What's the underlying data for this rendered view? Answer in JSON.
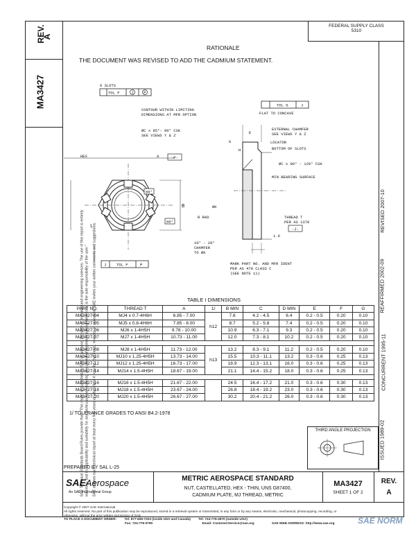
{
  "header": {
    "supply_class": "FEDERAL SUPPLY CLASS",
    "supply_class_no": "5310"
  },
  "side_left": {
    "rev_label": "REV.",
    "rev_value": "A",
    "doc_number": "MA3427",
    "legal_text": [
      "SAE Technical Standards Board Rules provide that: \"This report is published by SAE to advance the state of technical and engineering sciences. The use of this report is entirely",
      "voluntary, and its applicability and suitability for any particular use, including any patent infringement arising therefrom, is the sole responsibility of the user.\"",
      "SAE reviews each technical report at least every five years at which time it may be reaffirmed, revised, or cancelled. SAE invites your written comments and suggestions."
    ]
  },
  "side_right": {
    "issued": "ISSUED 1989-02",
    "concurrent": "CONCURRENT 1995-11",
    "reaffirmed": "REAFFIRMED 2002-09",
    "revised": "REVISED 2007-10"
  },
  "rationale": {
    "heading": "RATIONALE",
    "text": "THE DOCUMENT WAS REVISED TO ADD THE CADMIUM STATEMENT."
  },
  "drawing": {
    "slots": "6 SLOTS",
    "tol_f": "TOL F",
    "tol_g": "TOL G",
    "j": "J",
    "p": "P",
    "f": "F",
    "contour": "CONTOUR WITHIN LIMITING",
    "contour2": "DIMENSIONS AT MFR OPTION",
    "csk1": "ØC x 85°- 90° CSK",
    "csk1b": "SEE VIEWS Y & Z",
    "flat": "FLAT TO CONCAVE",
    "ext": "EXTERNAL CHAMFER",
    "ext2": "SEE VIEWS Y & Z",
    "locator": "LOCATOR",
    "bottom": "BOTTOM OF SLOTS",
    "csk2": "ØC x 90° - 120° CSK",
    "bearing": "MIN BEARING SURFACE",
    "hex": "HEX",
    "a": "A",
    "b": "B",
    "l": "L",
    "r_rad": "R RAD",
    "e": "E",
    "g": "G",
    "h": "H",
    "thread": "THREAD T",
    "thread2": "PER AS 1370",
    "j_ref": "-J-",
    "p_ref": "-P-",
    "chamfer1": "10° - 20°",
    "chamfer2": "CHAMFER",
    "chamfer3": "TO ØK",
    "mark1": "MARK PART NO. AND MFR IDENT",
    "mark2": "PER AS 478 CLASS C",
    "mark3": "(SEE NOTE 11)",
    "deg60a": "60°",
    "deg60b": "60°",
    "dim16": "1.6",
    "sk": "ØK"
  },
  "table": {
    "title": "TABLE I  DIMENSIONS",
    "headers": [
      "PART NO.",
      "THREAD T",
      "A",
      "1/",
      "B MIN",
      "C",
      "D MIN",
      "E",
      "F",
      "G"
    ],
    "groups": [
      {
        "tag": "h12",
        "rows": [
          [
            "MA3427-04",
            "MJ4 x 0.7-4H6H",
            "6.85 - 7.00",
            "7.6",
            "4.2 - 4.5",
            "6.4",
            "0.2 - 0.5",
            "0.20",
            "0.10"
          ],
          [
            "MA3427-05",
            "MJ5 x 0.8-4H6H",
            "7.85 - 8.00",
            "8.7",
            "5.2 - 5.8",
            "7.4",
            "0.2 - 0.5",
            "0.20",
            "0.10"
          ],
          [
            "MA3427-06",
            "MJ6 x 1-4H5H",
            "9.78 - 10.00",
            "10.9",
            "6.3 - 7.1",
            "9.3",
            "0.2 - 0.5",
            "0.20",
            "0.10"
          ],
          [
            "MA3427-07",
            "MJ7 x 1-4H5H",
            "10.73 - 11.00",
            "12.0",
            "7.3 - 8.1",
            "10.2",
            "0.2 - 0.5",
            "0.20",
            "0.10"
          ]
        ]
      },
      {
        "tag": "h13",
        "rows": [
          [
            "MA3427-08",
            "MJ8 x 1-4H5H",
            "11.73 - 12.00",
            "13.2",
            "8.3 - 9.1",
            "11.2",
            "0.2 - 0.5",
            "0.20",
            "0.10"
          ],
          [
            "MA3427-10",
            "MJ10 x 1.25-4H5H",
            "13.73 - 14.00",
            "15.5",
            "10.3 - 11.1",
            "13.2",
            "0.3 - 0.6",
            "0.25",
            "0.13"
          ],
          [
            "MA3427-12",
            "MJ12 x 1.25-4H5H",
            "16.73 - 17.00",
            "18.9",
            "12.3 - 13.1",
            "16.0",
            "0.3 - 0.6",
            "0.25",
            "0.13"
          ],
          [
            "MA3427-14",
            "MJ14 x 1.5-4H5H",
            "18.67 - 19.00",
            "21.1",
            "14.4 - 15.2",
            "18.0",
            "0.3 - 0.6",
            "0.25",
            "0.13"
          ]
        ]
      },
      {
        "tag": "",
        "rows": [
          [
            "MA3427-16",
            "MJ16 x 1.5-4H5H",
            "21.67 - 22.00",
            "24.5",
            "16.4 - 17.2",
            "21.0",
            "0.3 - 0.6",
            "0.30",
            "0.13"
          ],
          [
            "MA3427-18",
            "MJ18 x 1.5-4H5H",
            "23.67 - 24.00",
            "26.8",
            "18.4 - 19.2",
            "23.0",
            "0.3 - 0.6",
            "0.30",
            "0.13"
          ],
          [
            "MA3427-20",
            "MJ20 x 1.5-4H5H",
            "26.67 - 27.00",
            "30.2",
            "20.4 - 21.2",
            "26.0",
            "0.3 - 0.6",
            "0.30",
            "0.13"
          ]
        ]
      }
    ],
    "footnote": "1/  TOLERANCE GRADES TO ANSI B4.2-1978"
  },
  "third_angle": "THIRD ANGLE PROJECTION",
  "title_block": {
    "prepared": "PREPARED BY SAL L-25",
    "logo": "SAE",
    "logo_word": "Aerospace",
    "logo_sub": "An SAE International Group",
    "std_title": "METRIC AEROSPACE STANDARD",
    "desc1": "NUT, CASTELLATED, HEX - THIN, UNS G87400,",
    "desc2": "CADMIUM PLATE, MJ THREAD, METRIC",
    "doc_no": "MA3427",
    "sheet": "SHEET 1 OF 2",
    "rev_label": "REV.",
    "rev_value": "A"
  },
  "footer": {
    "copyright": "Copyright © 2007 SAE International",
    "line1": "All rights reserved. No part of this publication may be reproduced, stored in a retrieval system or transmitted, in any form or by any means, electronic, mechanical, photocopying, recording, or",
    "line2": "otherwise, without the prior written permission of SAE.",
    "order": "TO PLACE A DOCUMENT ORDER:",
    "tel": "Tel: 877-606-7323 (inside USA and Canada)",
    "tel2": "Tel: 724-776-4970 (outside USA)",
    "fax": "Fax: 724-776-0790",
    "email": "Email: CustomerService@sae.org",
    "web": "SAE WEB ADDRESS: http://www.sae.org",
    "watermark": "SAE NORM"
  }
}
